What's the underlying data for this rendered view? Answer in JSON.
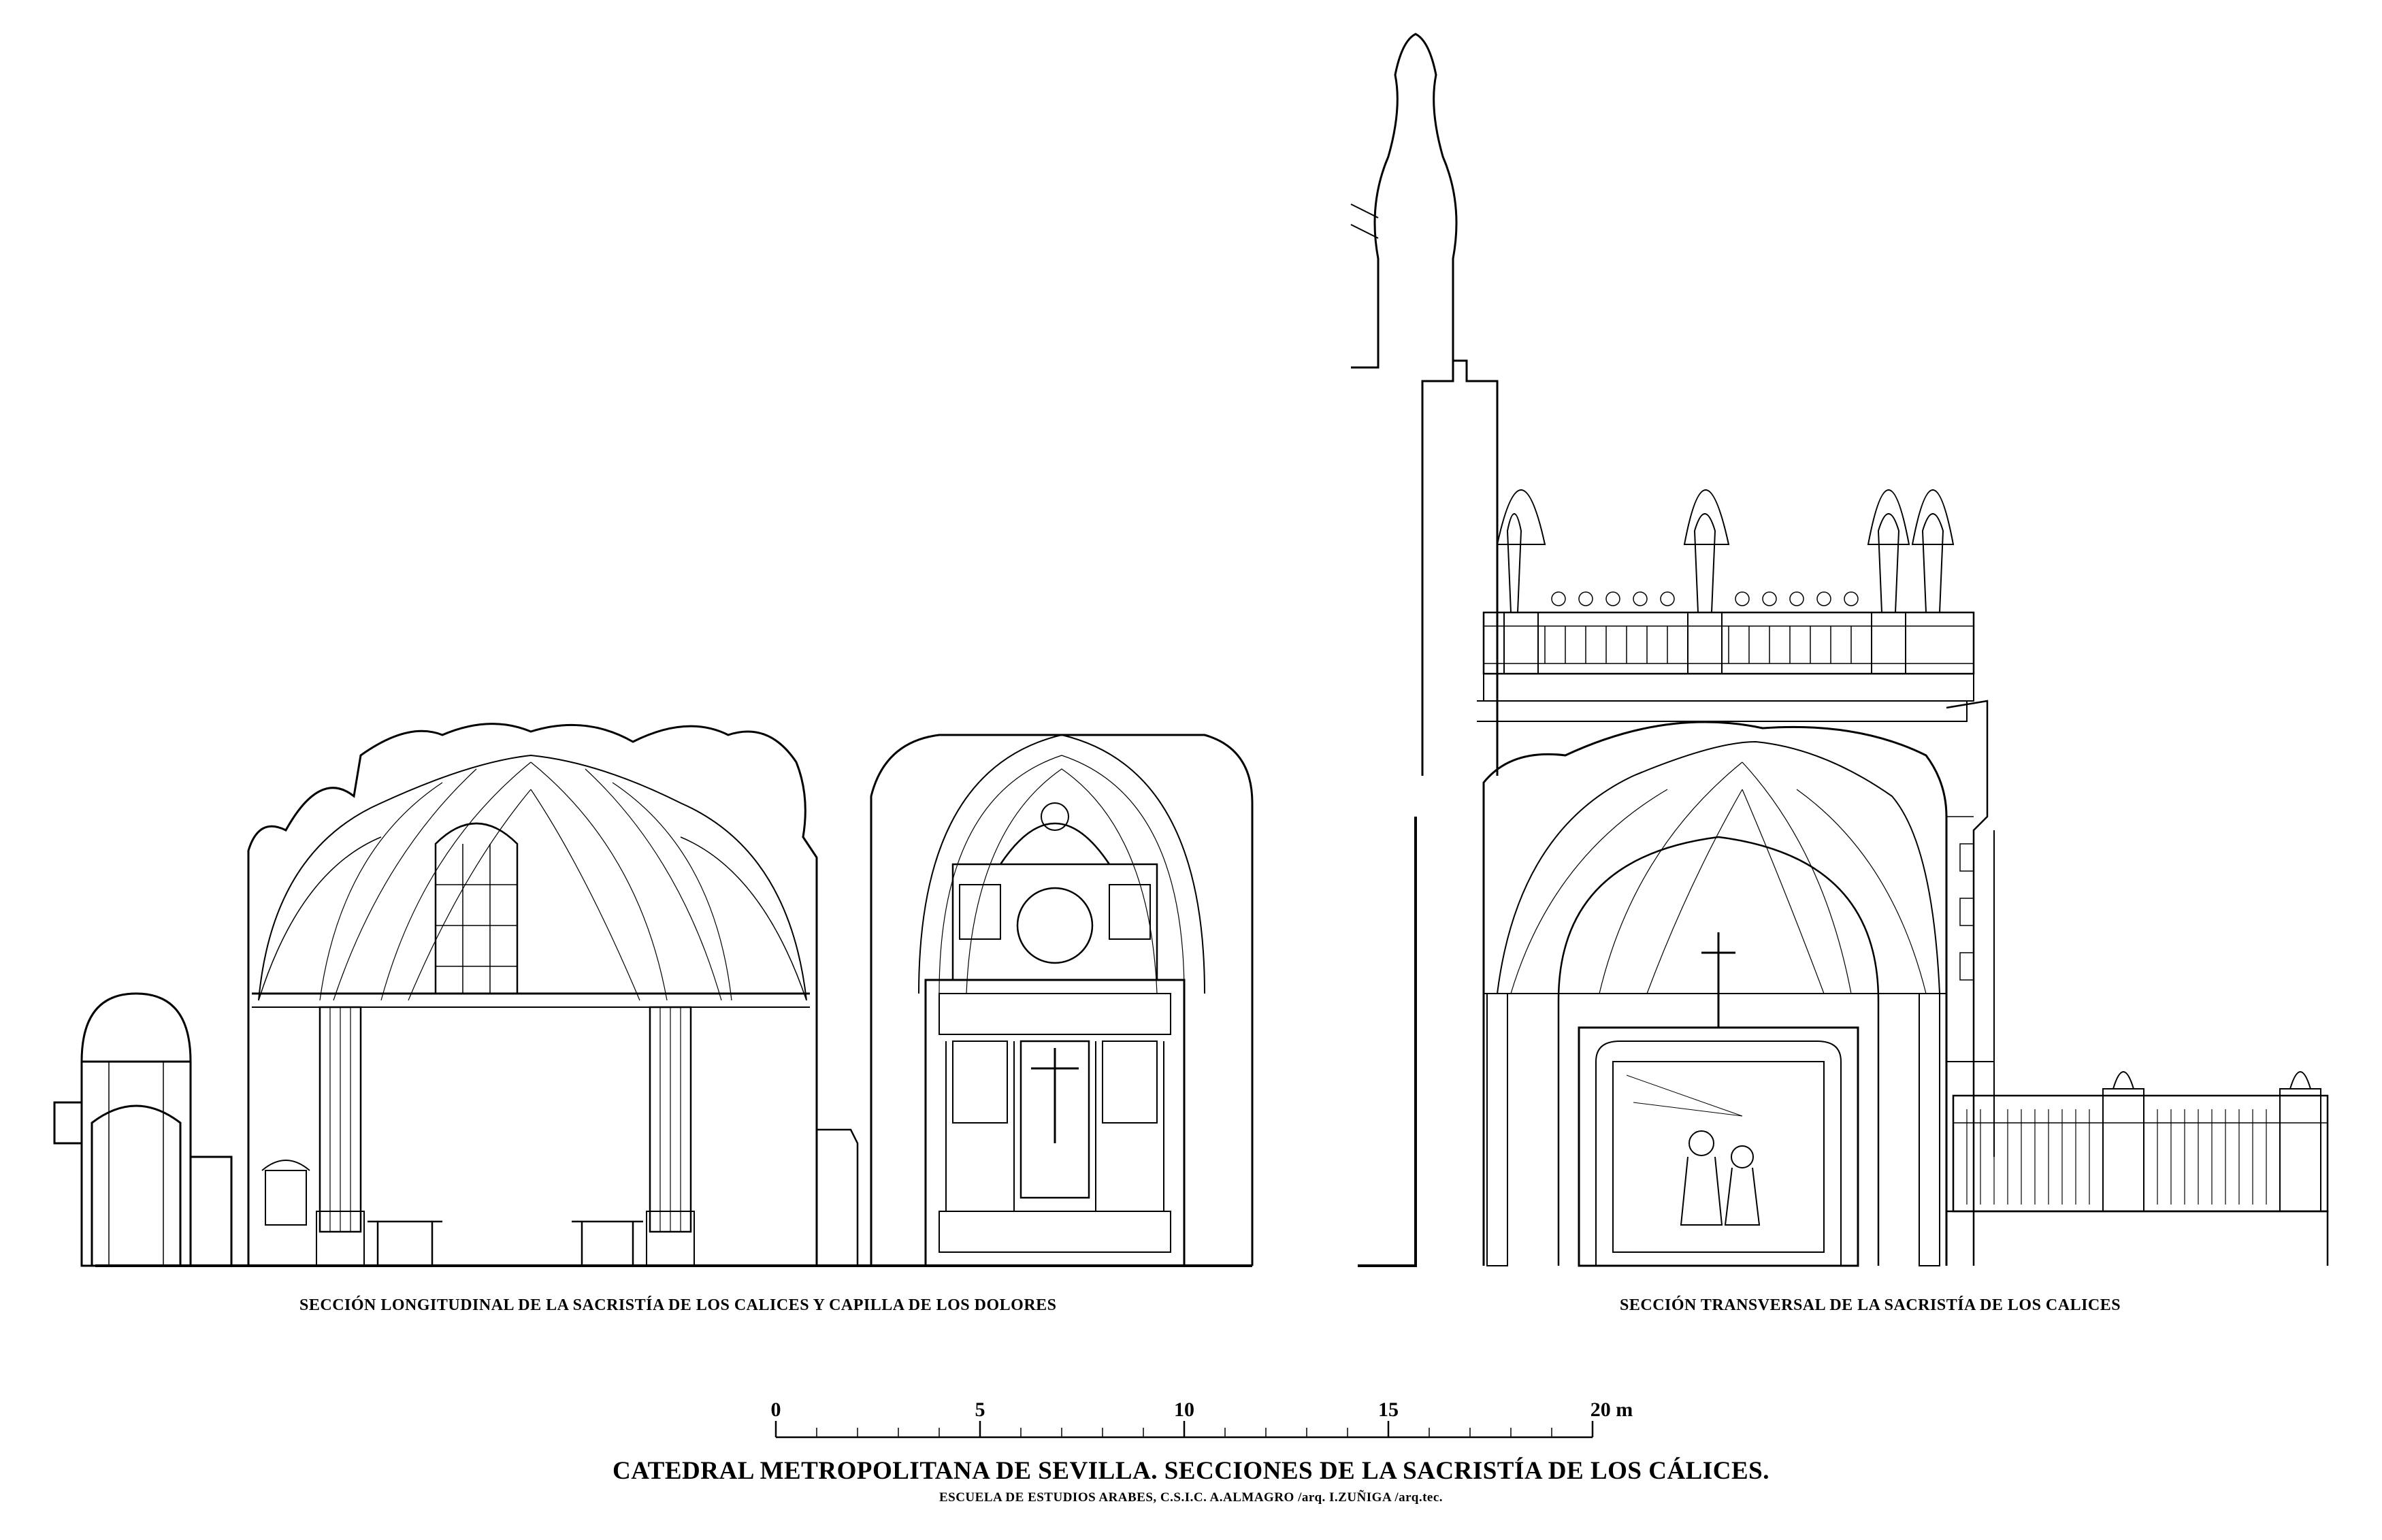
{
  "captions": {
    "left": "SECCIÓN LONGITUDINAL DE LA SACRISTÍA DE LOS CALICES Y CAPILLA DE LOS DOLORES",
    "right": "SECCIÓN TRANSVERSAL DE LA SACRISTÍA DE LOS CALICES"
  },
  "title": "CATEDRAL METROPOLITANA DE SEVILLA. SECCIONES DE LA SACRISTÍA DE LOS CÁLICES.",
  "credits": "ESCUELA DE ESTUDIOS ARABES, C.S.I.C.  A.ALMAGRO /arq.  I.ZUÑIGA /arq.tec.",
  "scale_bar": {
    "labels": [
      "0",
      "5",
      "10",
      "15",
      "20 m"
    ],
    "values_m": [
      0,
      5,
      10,
      15,
      20
    ],
    "minor_divisions": 20
  },
  "colors": {
    "ink": "#000000",
    "paper": "#ffffff"
  }
}
